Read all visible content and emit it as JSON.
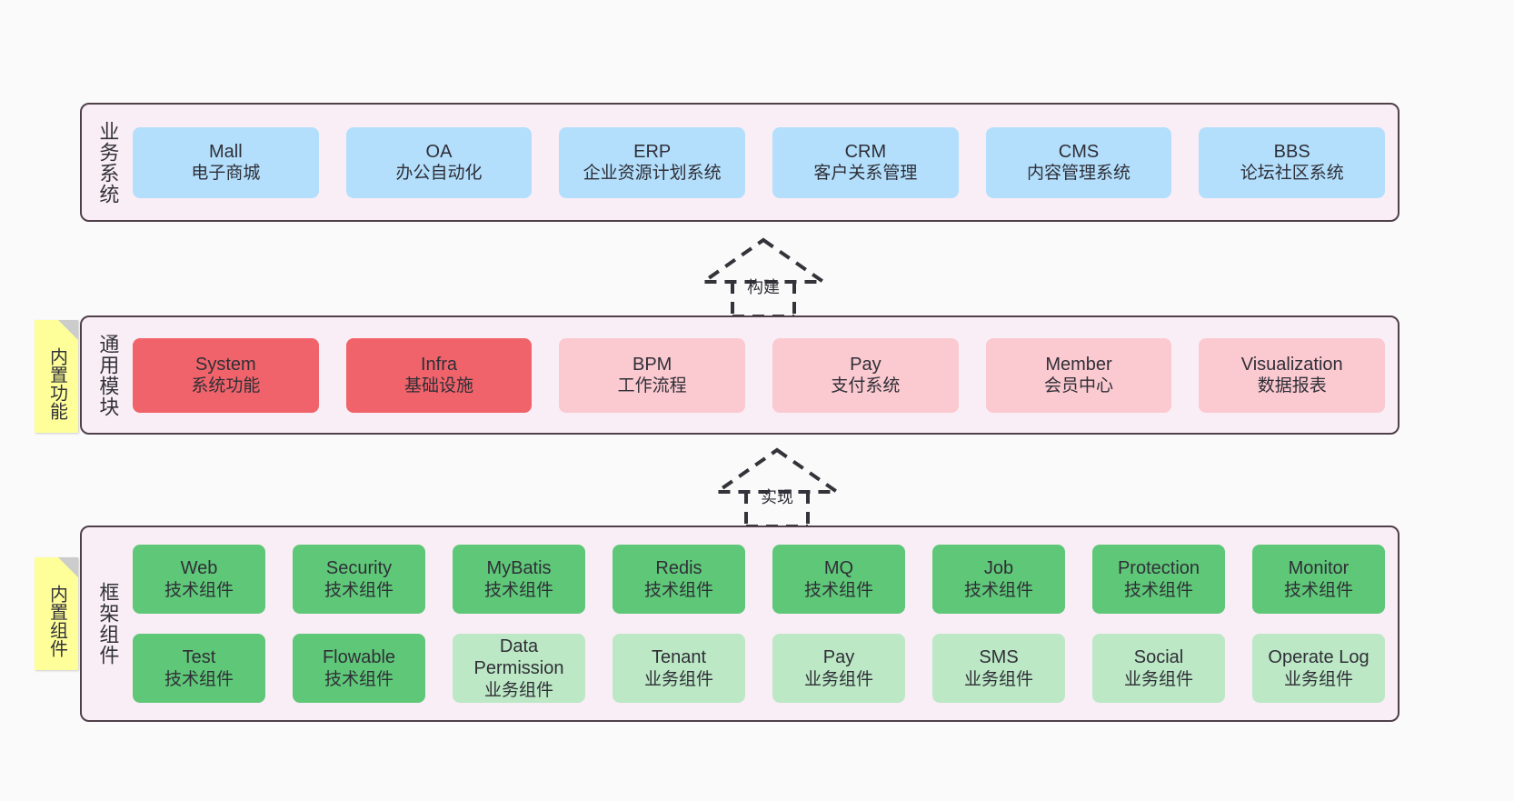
{
  "theme": {
    "page_bg": "#fafafa",
    "layer_bg": "#faeef6",
    "layer_border": "#50404a",
    "note_bg": "#ffff99",
    "note_fold": "#cccccc",
    "blue": "#b3dffc",
    "red": "#f1636a",
    "pink": "#fbc9d0",
    "green": "#5fc878",
    "light_green": "#bce8c5",
    "text": "#2f2f37"
  },
  "layers": [
    {
      "id": "business-systems",
      "title": "业务系统",
      "note": null,
      "rows": [
        {
          "cards": [
            {
              "en": "Mall",
              "cn": "电子商城",
              "color": "blue"
            },
            {
              "en": "OA",
              "cn": "办公自动化",
              "color": "blue"
            },
            {
              "en": "ERP",
              "cn": "企业资源计划系统",
              "color": "blue"
            },
            {
              "en": "CRM",
              "cn": "客户关系管理",
              "color": "blue"
            },
            {
              "en": "CMS",
              "cn": "内容管理系统",
              "color": "blue"
            },
            {
              "en": "BBS",
              "cn": "论坛社区系统",
              "color": "blue"
            }
          ]
        }
      ]
    },
    {
      "id": "common-modules",
      "title": "通用模块",
      "note": "内置功能",
      "rows": [
        {
          "cards": [
            {
              "en": "System",
              "cn": "系统功能",
              "color": "red"
            },
            {
              "en": "Infra",
              "cn": "基础设施",
              "color": "red"
            },
            {
              "en": "BPM",
              "cn": "工作流程",
              "color": "pink"
            },
            {
              "en": "Pay",
              "cn": "支付系统",
              "color": "pink"
            },
            {
              "en": "Member",
              "cn": "会员中心",
              "color": "pink"
            },
            {
              "en": "Visualization",
              "cn": "数据报表",
              "color": "pink"
            }
          ]
        }
      ]
    },
    {
      "id": "framework-components",
      "title": "框架组件",
      "note": "内置组件",
      "rows": [
        {
          "cards": [
            {
              "en": "Web",
              "cn": "技术组件",
              "color": "green"
            },
            {
              "en": "Security",
              "cn": "技术组件",
              "color": "green"
            },
            {
              "en": "MyBatis",
              "cn": "技术组件",
              "color": "green"
            },
            {
              "en": "Redis",
              "cn": "技术组件",
              "color": "green"
            },
            {
              "en": "MQ",
              "cn": "技术组件",
              "color": "green"
            },
            {
              "en": "Job",
              "cn": "技术组件",
              "color": "green"
            },
            {
              "en": "Protection",
              "cn": "技术组件",
              "color": "green"
            },
            {
              "en": "Monitor",
              "cn": "技术组件",
              "color": "green"
            }
          ]
        },
        {
          "cards": [
            {
              "en": "Test",
              "cn": "技术组件",
              "color": "green"
            },
            {
              "en": "Flowable",
              "cn": "技术组件",
              "color": "green"
            },
            {
              "en": "Data Permission",
              "cn": "业务组件",
              "color": "lightgreen"
            },
            {
              "en": "Tenant",
              "cn": "业务组件",
              "color": "lightgreen"
            },
            {
              "en": "Pay",
              "cn": "业务组件",
              "color": "lightgreen"
            },
            {
              "en": "SMS",
              "cn": "业务组件",
              "color": "lightgreen"
            },
            {
              "en": "Social",
              "cn": "业务组件",
              "color": "lightgreen"
            },
            {
              "en": "Operate Log",
              "cn": "业务组件",
              "color": "lightgreen"
            }
          ]
        }
      ]
    }
  ],
  "arrows": [
    {
      "id": "build",
      "label": "构建"
    },
    {
      "id": "implement",
      "label": "实现"
    }
  ]
}
